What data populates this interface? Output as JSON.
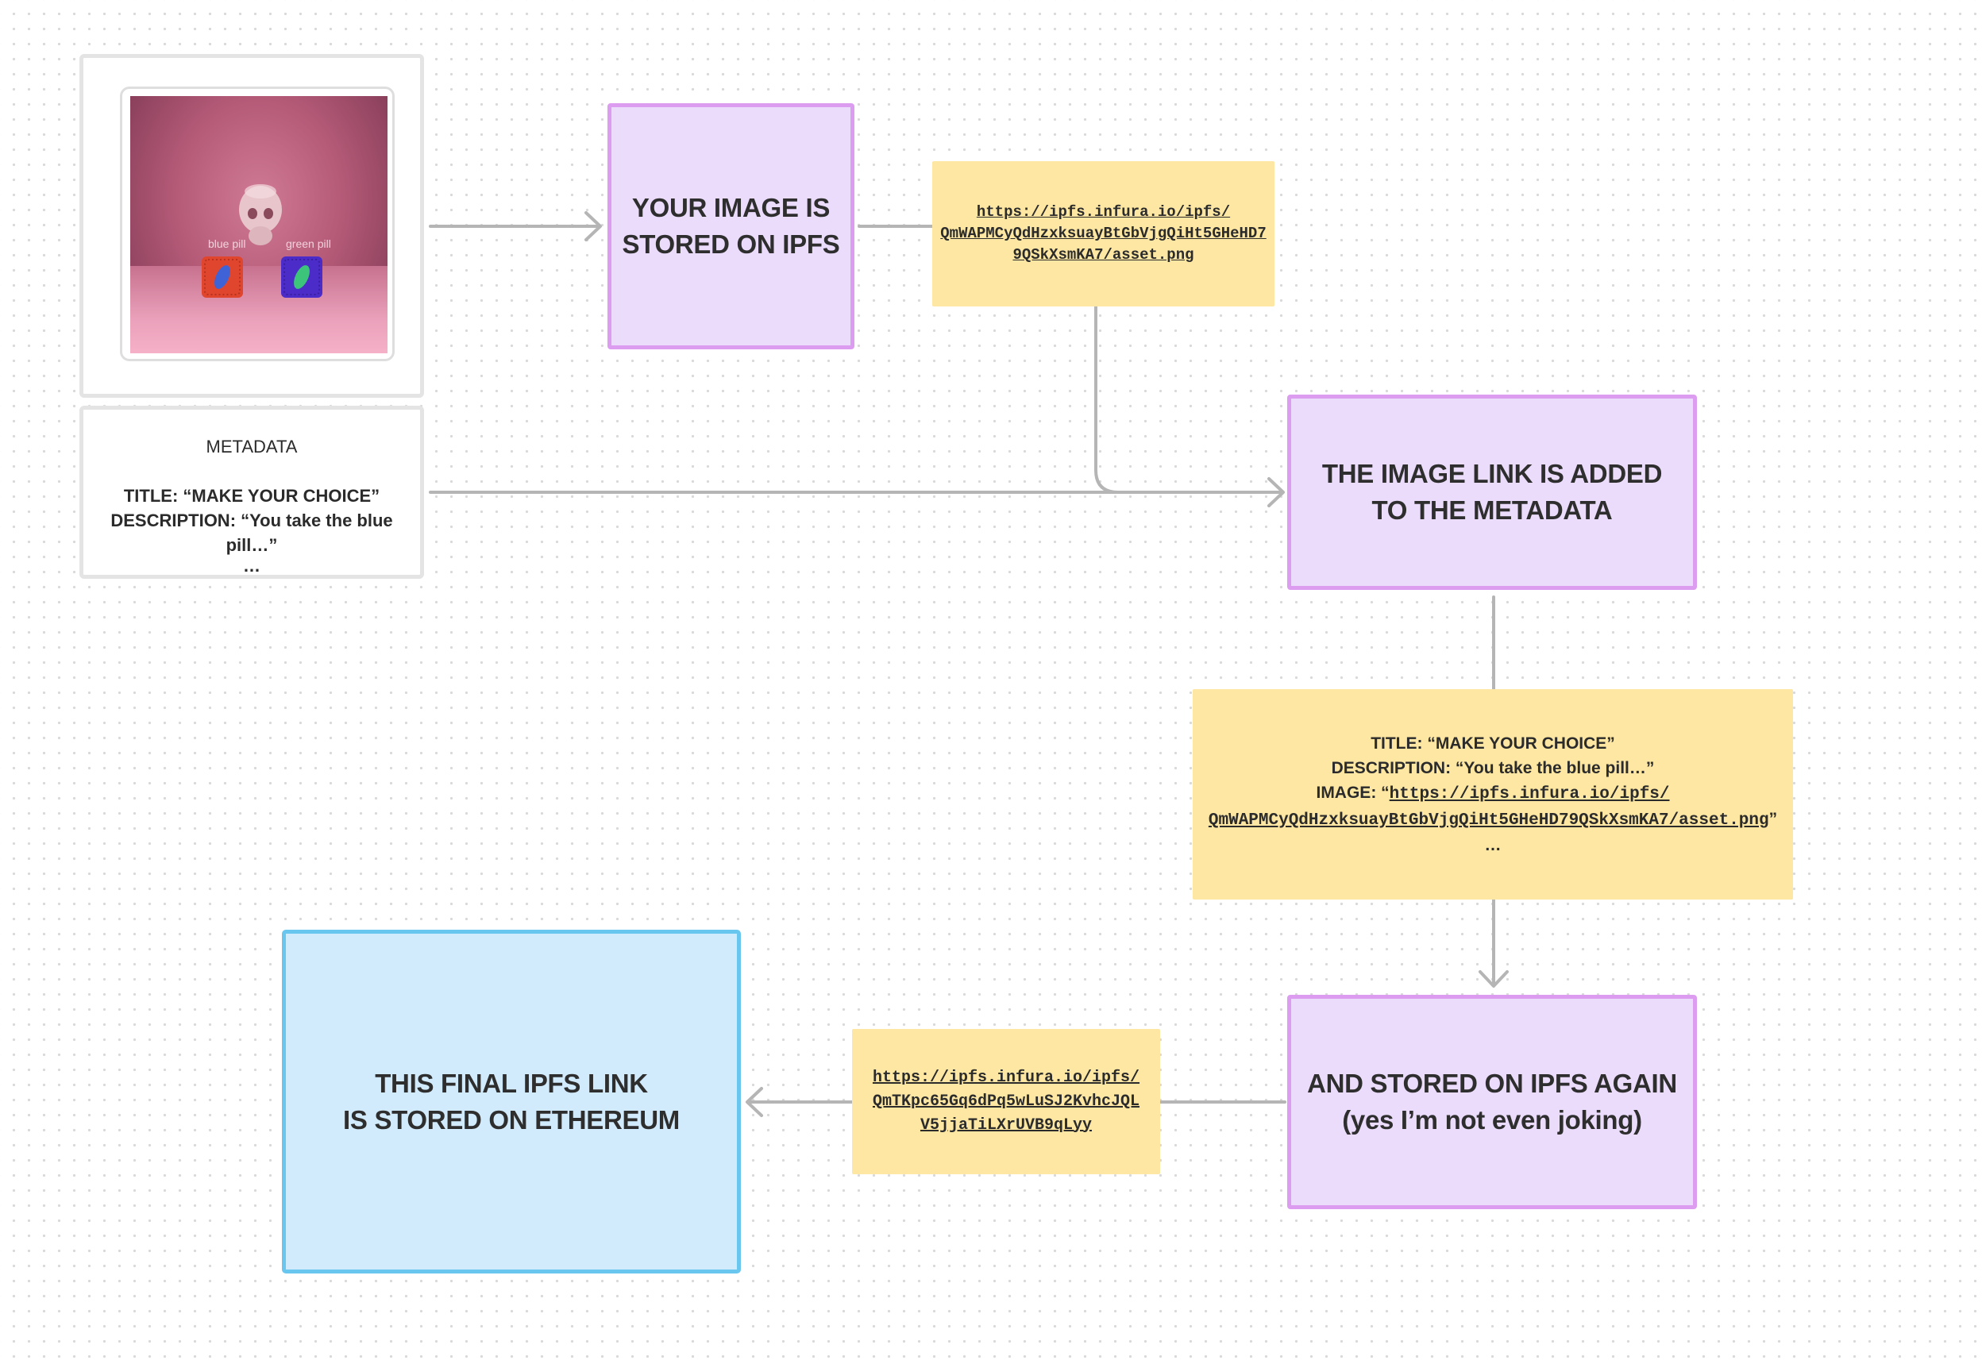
{
  "canvas": {
    "background": "#ffffff",
    "dot_color": "#d9d9d9"
  },
  "nft_card": {
    "artwork": {
      "description_icon": "skull-with-pills-artwork",
      "blue_pill_label": "blue pill",
      "green_pill_label": "green pill"
    }
  },
  "metadata_card": {
    "heading": "METADATA",
    "title_line": "TITLE: “MAKE YOUR CHOICE”",
    "description_line": "DESCRIPTION: “You take the blue pill…”",
    "ellipsis": "…"
  },
  "steps": {
    "stored_on_ipfs": {
      "line1": "YOUR IMAGE IS",
      "line2": "STORED ON IPFS"
    },
    "link_added": {
      "line1": "THE IMAGE LINK IS ADDED",
      "line2": "TO THE METADATA"
    },
    "stored_again": {
      "line1": "AND STORED ON IPFS AGAIN",
      "line2": "(yes I’m not even joking)"
    },
    "ethereum": {
      "line1": "THIS FINAL IPFS LINK",
      "line2": "IS STORED ON ETHEREUM"
    }
  },
  "notes": {
    "image_link": {
      "line1": "https://ipfs.infura.io/ipfs/",
      "line2": "QmWAPMCyQdHzxksuayBtGbVjgQiHt5GHeHD7",
      "line3": "9QSkXsmKA7/asset.png"
    },
    "full_metadata": {
      "title_line": "TITLE: “MAKE YOUR CHOICE”",
      "description_line": "DESCRIPTION: “You take the blue pill…”",
      "image_prefix": "IMAGE: “",
      "image_url_part1": "https://ipfs.infura.io/ipfs/",
      "image_url_part2": "QmWAPMCyQdHzxksuayBtGbVjgQiHt5GHeHD79QSkXsmKA7/asset.png",
      "image_suffix": "”",
      "ellipsis": "…"
    },
    "final_link": {
      "line1": "https://ipfs.infura.io/ipfs/",
      "line2": "QmTKpc65Gq6dPq5wLuSJ2KvhcJQL",
      "line3": "V5jjaTiLXrUVB9qLyy"
    }
  },
  "colors": {
    "purple_fill": "#ecdcfc",
    "purple_border": "#dc9cf0",
    "blue_fill": "#d1ebfc",
    "blue_border": "#69c6ee",
    "note_fill": "#fde7a3",
    "connector": "#b5b5b5"
  }
}
